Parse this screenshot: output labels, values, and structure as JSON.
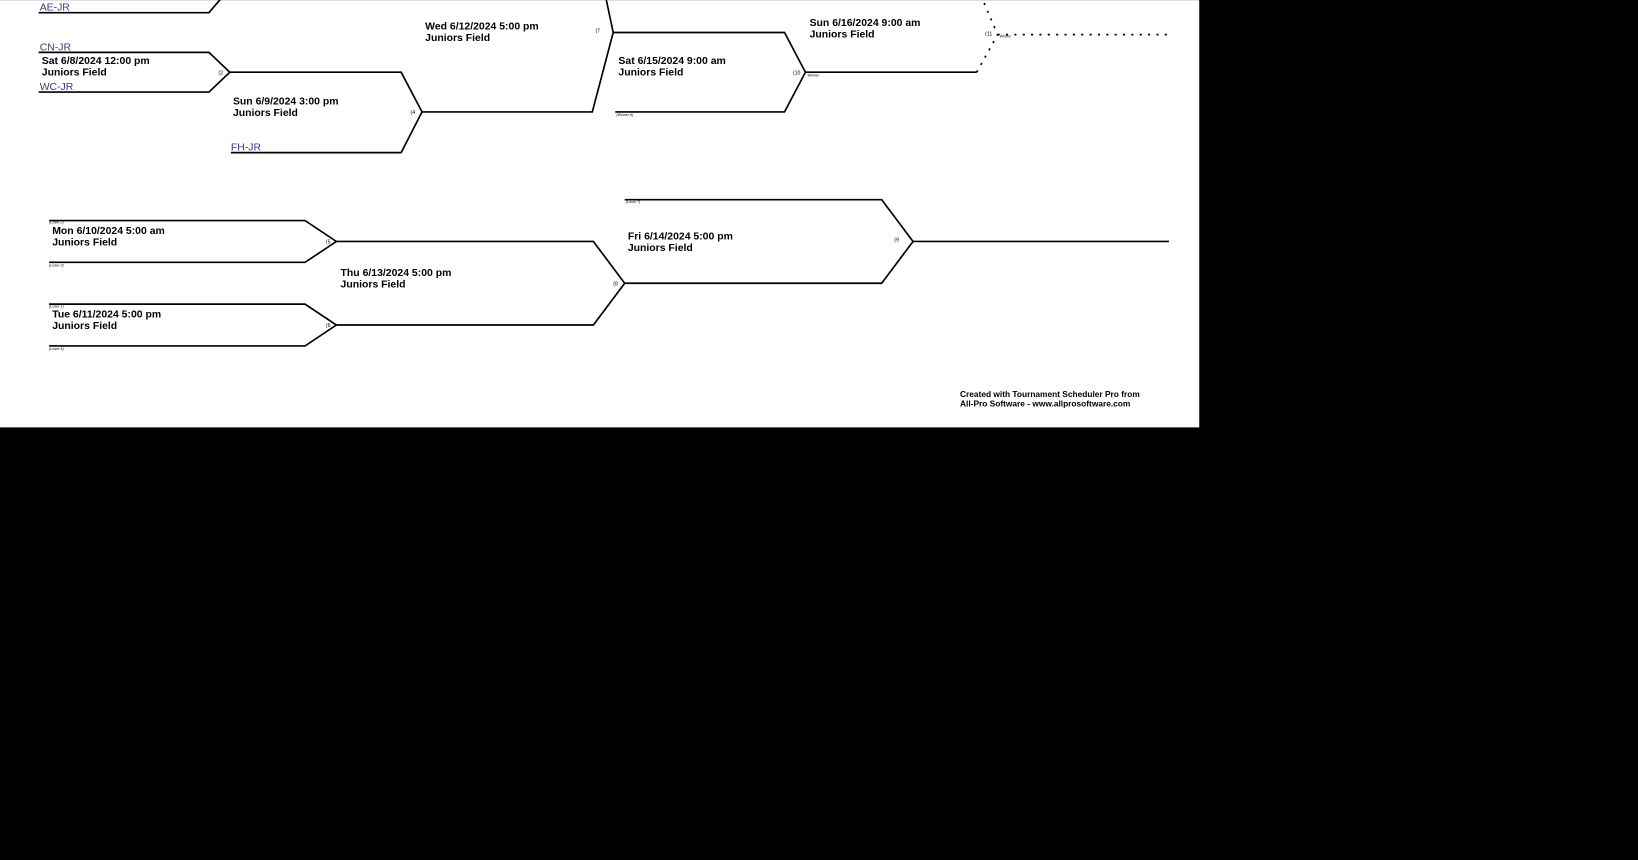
{
  "teams": {
    "ae": "AE-JR",
    "cn": "CN-JR",
    "wc": "WC-JR",
    "fh": "FH-JR"
  },
  "games": {
    "g2": {
      "num": "(2",
      "date": "Sat 6/8/2024 12:00 pm",
      "field": "Juniors Field"
    },
    "g4": {
      "num": "(4",
      "date": "Sun 6/9/2024 3:00 pm",
      "field": "Juniors Field"
    },
    "g7": {
      "num": "(7",
      "date": "Wed 6/12/2024 5:00 pm",
      "field": "Juniors Field"
    },
    "g10": {
      "num": "(10",
      "date": "Sat 6/15/2024 9:00 am",
      "field": "Juniors Field",
      "winner": "Winner"
    },
    "g11": {
      "num": "(11",
      "date": "Sun 6/16/2024 9:00 am",
      "field": "Juniors Field",
      "winner": "Winner"
    },
    "g5": {
      "num": "(5",
      "date": "Mon 6/10/2024 5:00 am",
      "field": "Juniors Field"
    },
    "g6": {
      "num": "(6",
      "date": "Tue 6/11/2024 5:00 pm",
      "field": "Juniors Field"
    },
    "g8": {
      "num": "(8",
      "date": "Thu 6/13/2024 5:00 pm",
      "field": "Juniors Field"
    },
    "g9": {
      "num": "(9",
      "date": "Fri 6/14/2024 5:00 pm",
      "field": "Juniors Field"
    }
  },
  "slots": {
    "loser2": "(Loser 2)",
    "loser3": "(Loser 3)",
    "loser1": "(Loser 1)",
    "loser4": "(Loser 4)",
    "loser7": "(Loser 7)",
    "winner9": "(Winner 9)"
  },
  "footer": {
    "line1": "Created with Tournament Scheduler Pro from",
    "line2": "All-Pro Software - www.allprosoftware.com"
  }
}
